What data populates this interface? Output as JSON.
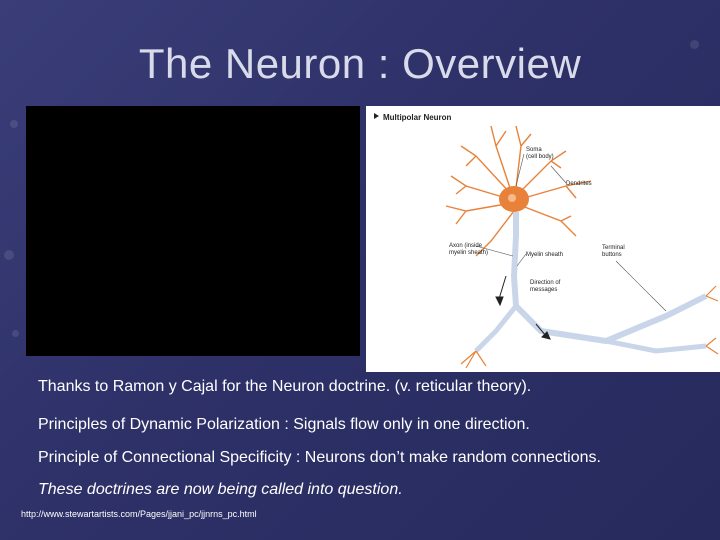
{
  "slide": {
    "title": "The Neuron : Overview",
    "lines": [
      "Thanks to Ramon y Cajal for the Neuron doctrine. (v. reticular theory).",
      "Principles of Dynamic Polarization : Signals flow only in one direction.",
      "Principle of Connectional Specificity : Neurons don’t make random connections.",
      "These doctrines are now being called into question."
    ],
    "source_url": "http://www.stewartartists.com/Pages/jjani_pc/jjnrns_pc.html"
  },
  "diagram": {
    "header": "Multipolar Neuron",
    "labels": {
      "soma": "Soma",
      "soma_sub": "(cell body)",
      "dendrites": "Dendrites",
      "axon": "Axon (inside",
      "axon_sub": "myelin sheath)",
      "myelin": "Myelin sheath",
      "terminal": "Terminal",
      "terminal_sub": "buttons",
      "direction": "Direction of",
      "direction_sub": "messages"
    },
    "colors": {
      "cell": "#e8823a",
      "axon": "#c9d6ea",
      "arrow": "#222222"
    }
  }
}
